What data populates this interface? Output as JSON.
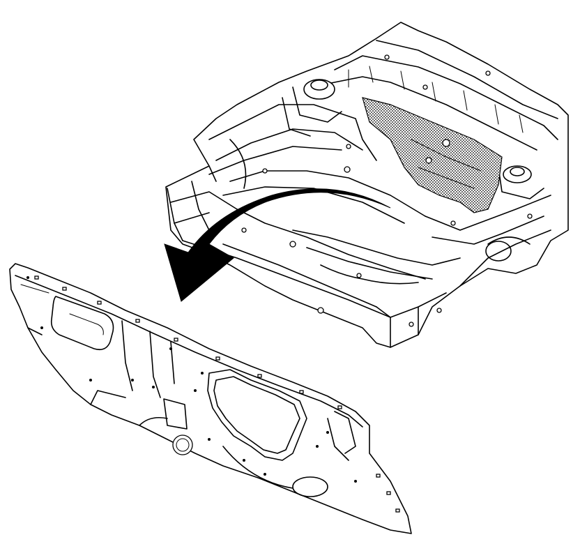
{
  "figure": {
    "kind": "technical-illustration",
    "parts": [
      {
        "id": "front-body-structure",
        "icon": "vehicle-frame-drawing"
      },
      {
        "id": "dash-panel",
        "icon": "panel-drawing"
      },
      {
        "id": "sound-insulator",
        "icon": "dotted-fill-region"
      },
      {
        "id": "removal-arrow",
        "icon": "curved-arrow-icon",
        "direction": "toward-lower-left"
      }
    ],
    "colors": {
      "line": "#000000",
      "background": "#ffffff",
      "insulator_fill": "#9a9a9a"
    }
  }
}
